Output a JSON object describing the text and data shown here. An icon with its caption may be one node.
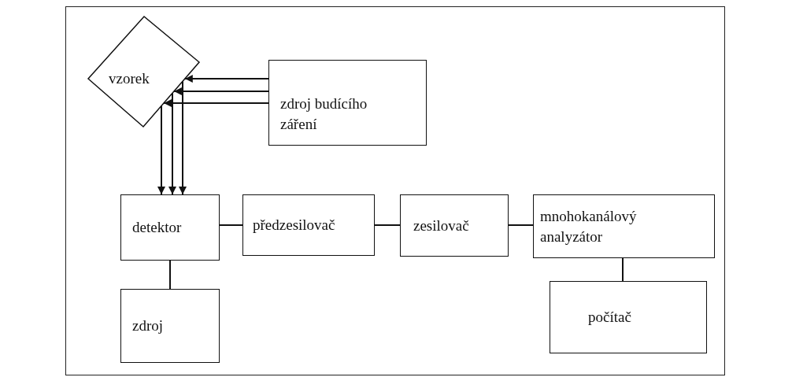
{
  "diagram": {
    "nodes": [
      {
        "text": [
          "vzorek"
        ]
      },
      {
        "text": [
          "zdroj budícího záření"
        ]
      },
      {
        "text": [
          "detektor"
        ]
      },
      {
        "text": [
          "předzesilovač"
        ]
      },
      {
        "text": [
          "zesilovač"
        ]
      },
      {
        "text": [
          "mnohokanálový analyzátor"
        ]
      },
      {
        "text": [
          "zdroj"
        ]
      },
      {
        "text": [
          "počítač"
        ]
      }
    ],
    "edges": [
      {
        "from": 1,
        "to": 0,
        "arrow": "to"
      },
      {
        "from": 1,
        "to": 0,
        "arrow": "to"
      },
      {
        "from": 1,
        "to": 0,
        "arrow": "to"
      },
      {
        "from": 0,
        "to": 2,
        "arrow": "to"
      },
      {
        "from": 0,
        "to": 2,
        "arrow": "to"
      },
      {
        "from": 0,
        "to": 2,
        "arrow": "to"
      },
      {
        "from": 2,
        "to": 3,
        "arrow": "none"
      },
      {
        "from": 3,
        "to": 4,
        "arrow": "none"
      },
      {
        "from": 4,
        "to": 5,
        "arrow": "none"
      },
      {
        "from": 2,
        "to": 6,
        "arrow": "none"
      },
      {
        "from": 5,
        "to": 7,
        "arrow": "none"
      }
    ]
  }
}
